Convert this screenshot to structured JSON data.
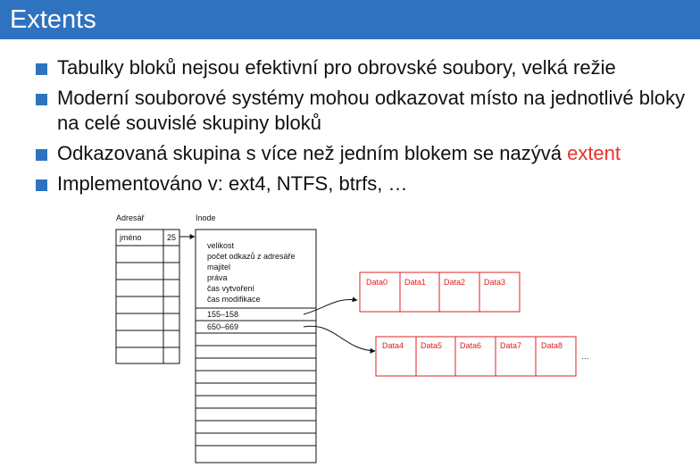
{
  "slide": {
    "title": "Extents",
    "bullets": [
      {
        "text": "Tabulky bloků nejsou efektivní pro obrovské soubory, velká režie"
      },
      {
        "text": "Moderní souborové systémy mohou odkazovat místo na jednotlivé bloky na celé souvislé skupiny bloků"
      },
      {
        "text_before": "Odkazovaná skupina s více než jedním blokem se nazývá ",
        "highlight": "extent"
      },
      {
        "text": "Implementováno v: ext4, NTFS, btrfs, …"
      }
    ]
  },
  "diagram": {
    "directory_label": "Adresář",
    "inode_label": "Inode",
    "directory_entry": {
      "name": "jméno",
      "inode_no": "25"
    },
    "inode_fields": [
      "velikost",
      "počet odkazů z adresáře",
      "majitel",
      "práva",
      "čas vytvoření",
      "čas modifikace"
    ],
    "extents": [
      "155–158",
      "650–669"
    ],
    "extent1_blocks": [
      "Data0",
      "Data1",
      "Data2",
      "Data3"
    ],
    "extent2_blocks": [
      "Data4",
      "Data5",
      "Data6",
      "Data7",
      "Data8"
    ],
    "ellipsis": "…",
    "colors": {
      "accent": "#2f72c0",
      "highlight": "#e8312a",
      "data_block": "#e02020"
    }
  }
}
